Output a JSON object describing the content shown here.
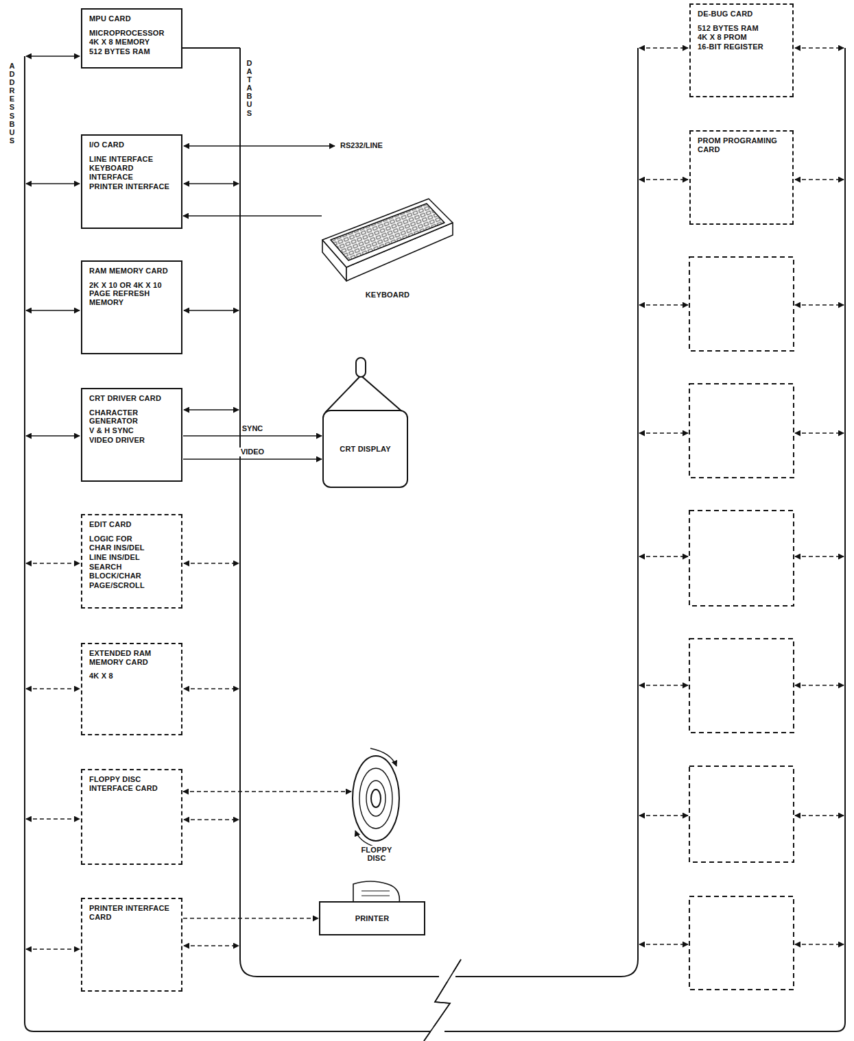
{
  "diagram": {
    "nodes": [
      {
        "text": [
          "MPU CARD",
          "MICROPROCESSOR",
          "4K X 8 MEMORY",
          "512 BYTES RAM"
        ]
      },
      {
        "text": [
          "I/O CARD",
          "LINE INTERFACE",
          "KEYBOARD INTERFACE",
          "PRINTER INTERFACE"
        ]
      },
      {
        "text": [
          "RAM MEMORY CARD",
          "2K X 10 OR 4K X 10 PAGE REFRESH MEMORY"
        ]
      },
      {
        "text": [
          "CRT DRIVER CARD",
          "CHARACTER GENERATOR",
          "V & H SYNC",
          "VIDEO DRIVER"
        ]
      },
      {
        "text": [
          "EDIT CARD",
          "LOGIC FOR",
          "CHAR INS/DEL",
          "LINE INS/DEL",
          "SEARCH",
          "BLOCK/CHAR",
          "PAGE/SCROLL"
        ]
      },
      {
        "text": [
          "EXTENDED RAM MEMORY CARD",
          "4K X 8"
        ]
      },
      {
        "text": [
          "FLOPPY DISC INTERFACE CARD"
        ]
      },
      {
        "text": [
          "PRINTER INTERFACE CARD"
        ]
      },
      {
        "text": [
          "DE-BUG CARD",
          "512 BYTES RAM",
          "4K X 8 PROM",
          "16-BIT REGISTER"
        ]
      },
      {
        "text": [
          "PROM PROGRAMING CARD"
        ]
      },
      {
        "text": [
          "KEYBOARD"
        ]
      },
      {
        "text": [
          "CRT DISPLAY"
        ]
      },
      {
        "text": [
          "FLOPPY DISC"
        ]
      },
      {
        "text": [
          "PRINTER"
        ]
      }
    ],
    "edges": [
      {
        "from": 10,
        "to": 1,
        "arrow": "to"
      },
      {
        "from": 3,
        "to": 11,
        "label": "SYNC",
        "arrow": "to"
      },
      {
        "from": 3,
        "to": 11,
        "label": "VIDEO",
        "arrow": "to"
      },
      {
        "from": 6,
        "to": 12,
        "arrow": "both"
      },
      {
        "from": 7,
        "to": 13,
        "arrow": "to"
      }
    ],
    "labels": [
      "ADDRESS BUS",
      "DATA BUS",
      "RS232/LINE"
    ]
  }
}
